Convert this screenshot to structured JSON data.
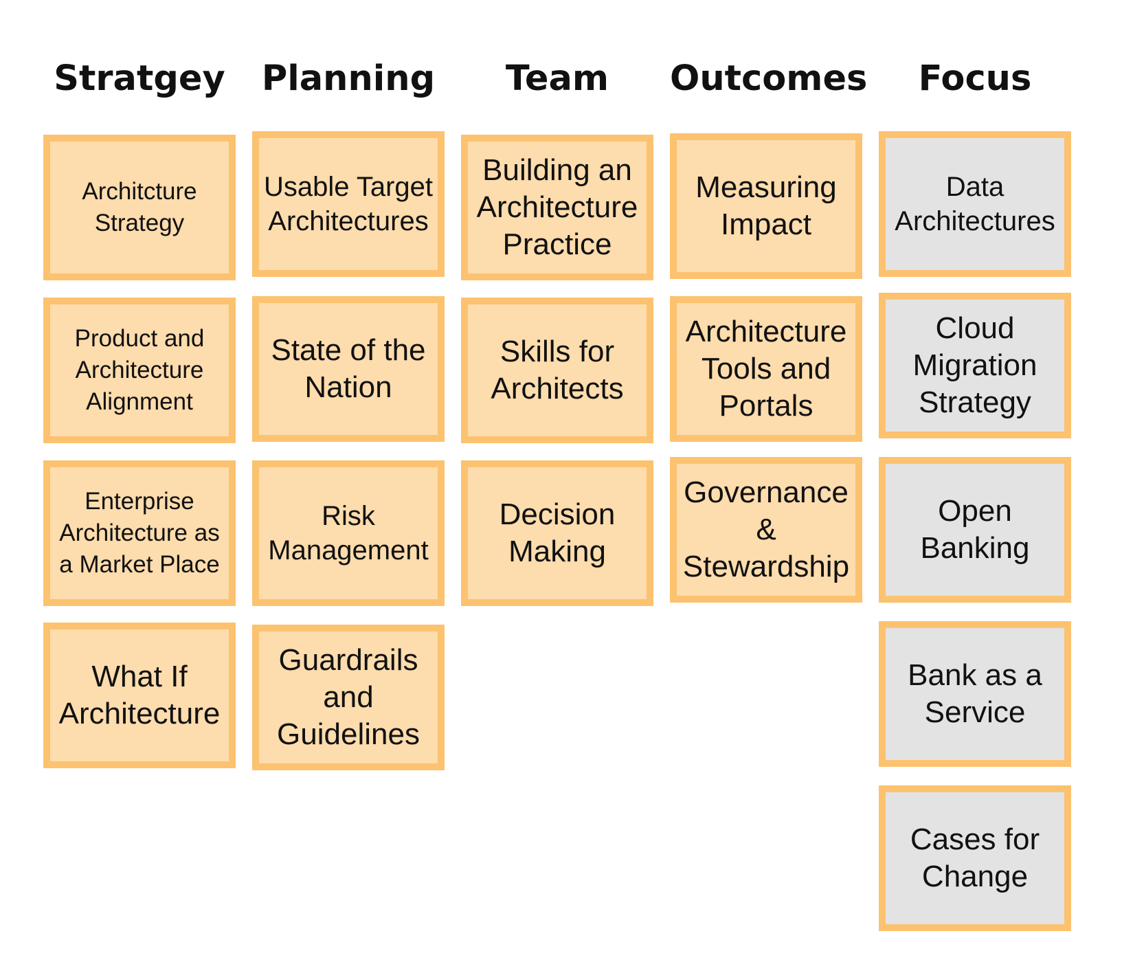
{
  "columns": [
    {
      "title": "Stratgey",
      "cards": [
        {
          "label": "Architcture Strategy"
        },
        {
          "label": "Product and Architecture Alignment"
        },
        {
          "label": "Enterprise Architecture as a Market Place"
        },
        {
          "label": "What If Architecture"
        }
      ]
    },
    {
      "title": "Planning",
      "cards": [
        {
          "label": "Usable Target Architectures"
        },
        {
          "label": "State of the Nation"
        },
        {
          "label": "Risk Management"
        },
        {
          "label": "Guardrails and Guidelines"
        }
      ]
    },
    {
      "title": "Team",
      "cards": [
        {
          "label": "Building an Architecture Practice"
        },
        {
          "label": "Skills for Architects"
        },
        {
          "label": "Decision Making"
        }
      ]
    },
    {
      "title": "Outcomes",
      "cards": [
        {
          "label": "Measuring Impact"
        },
        {
          "label": "Architecture Tools and Portals"
        },
        {
          "label": "Governance & Stewardship"
        }
      ]
    },
    {
      "title": "Focus",
      "cards": [
        {
          "label": "Data Architectures"
        },
        {
          "label": "Cloud Migration Strategy"
        },
        {
          "label": "Open Banking"
        },
        {
          "label": "Bank as a Service"
        },
        {
          "label": "Cases for Change"
        }
      ]
    }
  ],
  "colors": {
    "card_border": "#fcc26f",
    "card_fill": "#fddcad",
    "focus_card_fill": "#e3e3e3",
    "text": "#111111"
  }
}
